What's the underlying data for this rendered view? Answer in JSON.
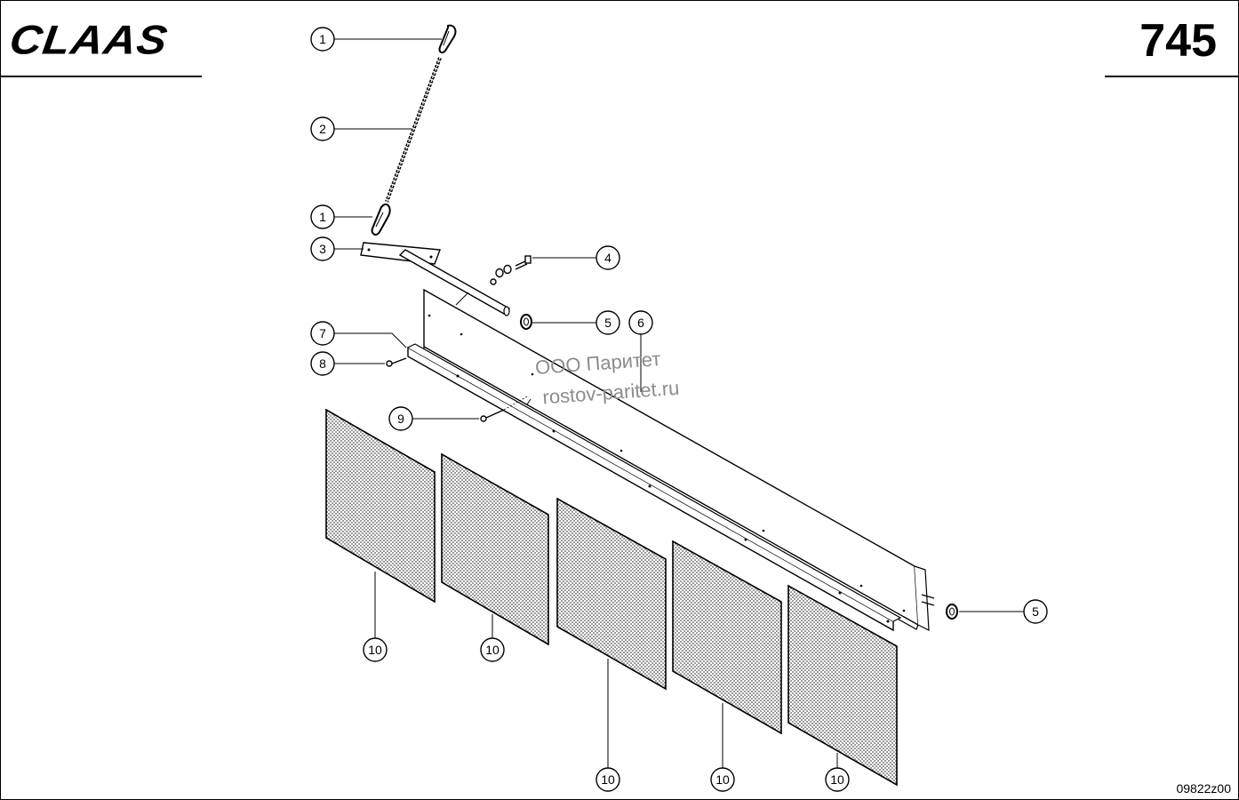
{
  "header": {
    "brand": "CLAAS",
    "page_number": "745"
  },
  "footer": {
    "drawing_id": "09822z00"
  },
  "watermark": {
    "line1": "ООО Паритет",
    "line2": "rostov-paritet.ru"
  },
  "callouts": {
    "c1a": "1",
    "c2": "2",
    "c1b": "1",
    "c3": "3",
    "c4": "4",
    "c5a": "5",
    "c6": "6",
    "c7": "7",
    "c8": "8",
    "c9": "9",
    "c5b": "5",
    "c10a": "10",
    "c10b": "10",
    "c10c": "10",
    "c10d": "10",
    "c10e": "10"
  },
  "colors": {
    "line": "#000000",
    "watermark": "#8c8c8c",
    "panel_texture": "#555555"
  }
}
